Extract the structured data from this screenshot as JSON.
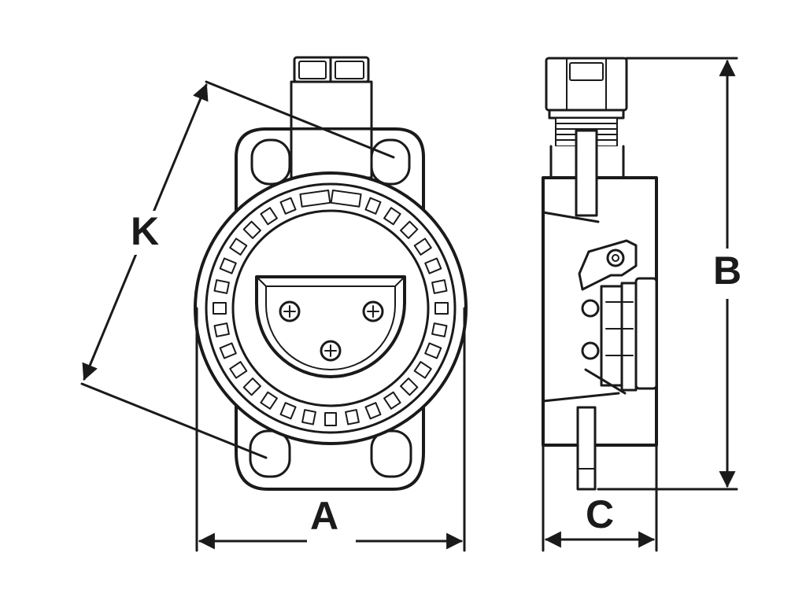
{
  "dimensions": {
    "width_label": "A",
    "height_label": "B",
    "depth_label": "C",
    "diagonal_label": "K"
  },
  "colors": {
    "line": "#1a1a1a",
    "background": "#ffffff"
  }
}
